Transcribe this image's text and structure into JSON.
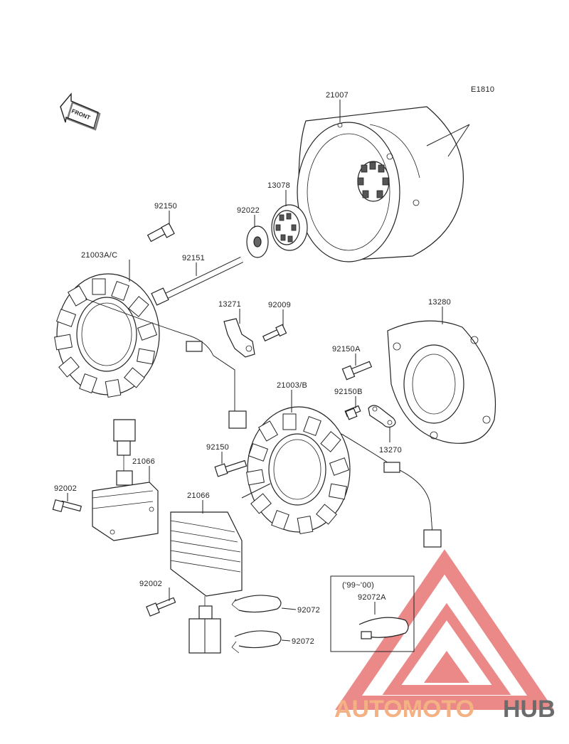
{
  "diagram_code": "E1810",
  "front_label": "FRONT",
  "parts": {
    "flywheel": "21007",
    "starter_gear": "13078",
    "washer_92022": "92022",
    "bolt_92150": "92150",
    "stator_ac": "21003A/C",
    "bolt_92151": "92151",
    "bracket_13271": "13271",
    "screw_92009": "92009",
    "cover_13280": "13280",
    "bolt_92150a": "92150A",
    "stator_b": "21003/B",
    "bolt_92150b": "92150B",
    "bolt_92150_lower": "92150",
    "plate_13270": "13270",
    "regulator_upper": "21066",
    "bolt_92002_upper": "92002",
    "regulator_lower": "21066",
    "bolt_92002_lower": "92002",
    "band_upper": "92072",
    "band_lower": "92072",
    "inset_years": "('99~'00)",
    "inset_band": "92072A"
  },
  "watermark": {
    "part1": "AUTOMOTO",
    "part2": "HUB",
    "color1": "#f4b183",
    "color2": "#6b6b6b",
    "logo_color": "#e87575"
  }
}
